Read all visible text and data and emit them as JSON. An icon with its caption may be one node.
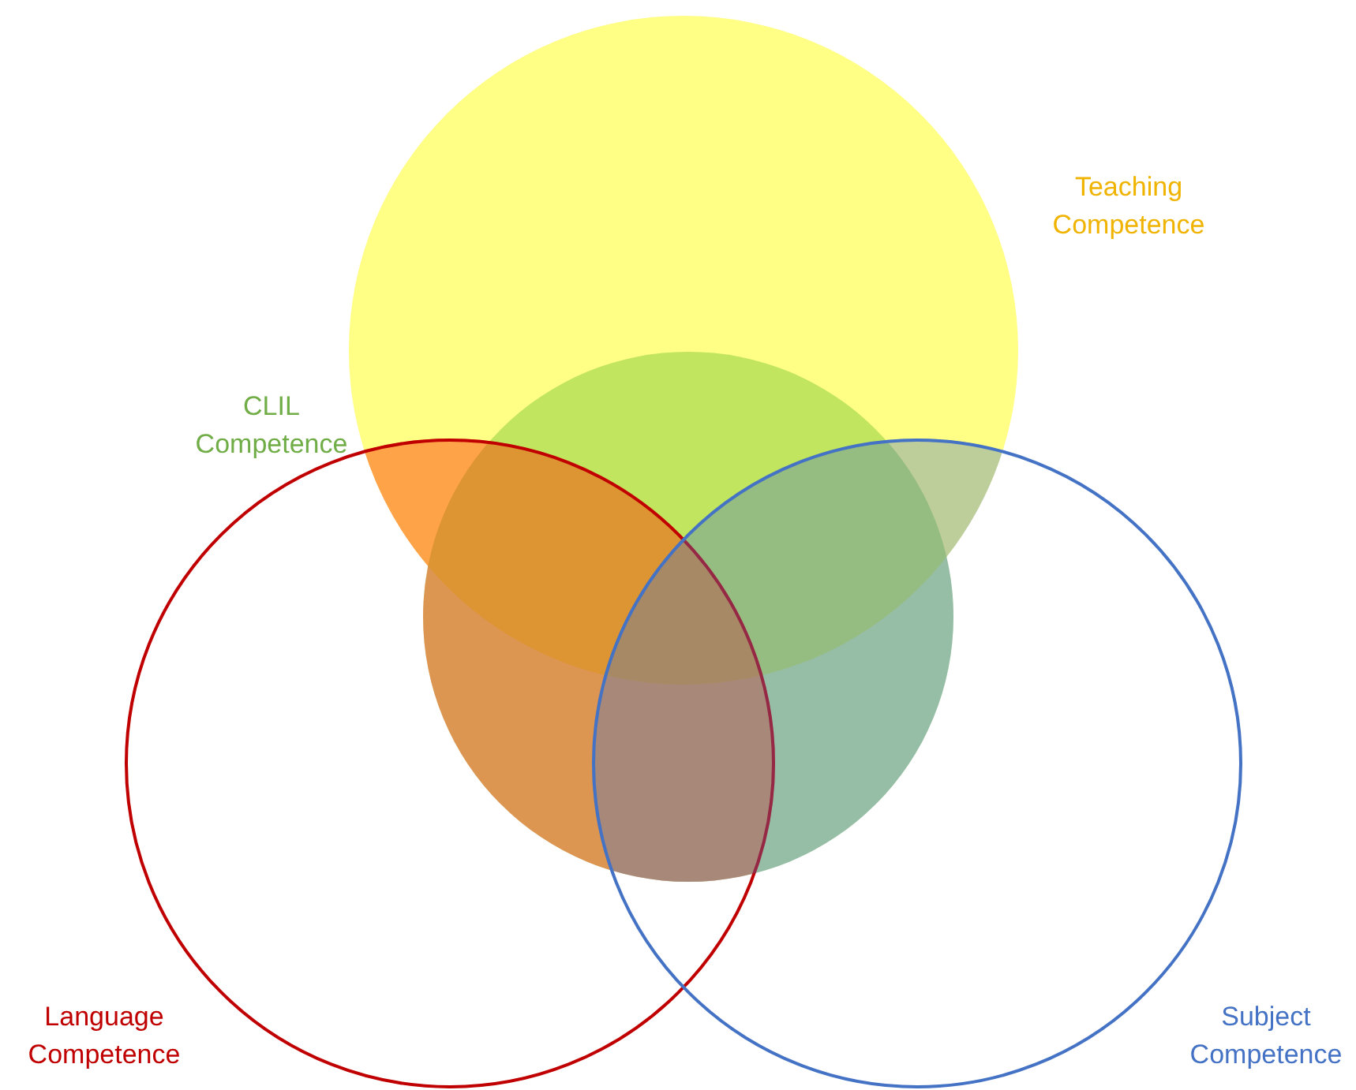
{
  "diagram": {
    "nodes": [
      {
        "text": [
          "Teaching Competence"
        ]
      },
      {
        "text": [
          "CLIL Competence"
        ]
      },
      {
        "text": [
          "Language Competence"
        ]
      },
      {
        "text": [
          "Subject Competence"
        ]
      }
    ]
  }
}
